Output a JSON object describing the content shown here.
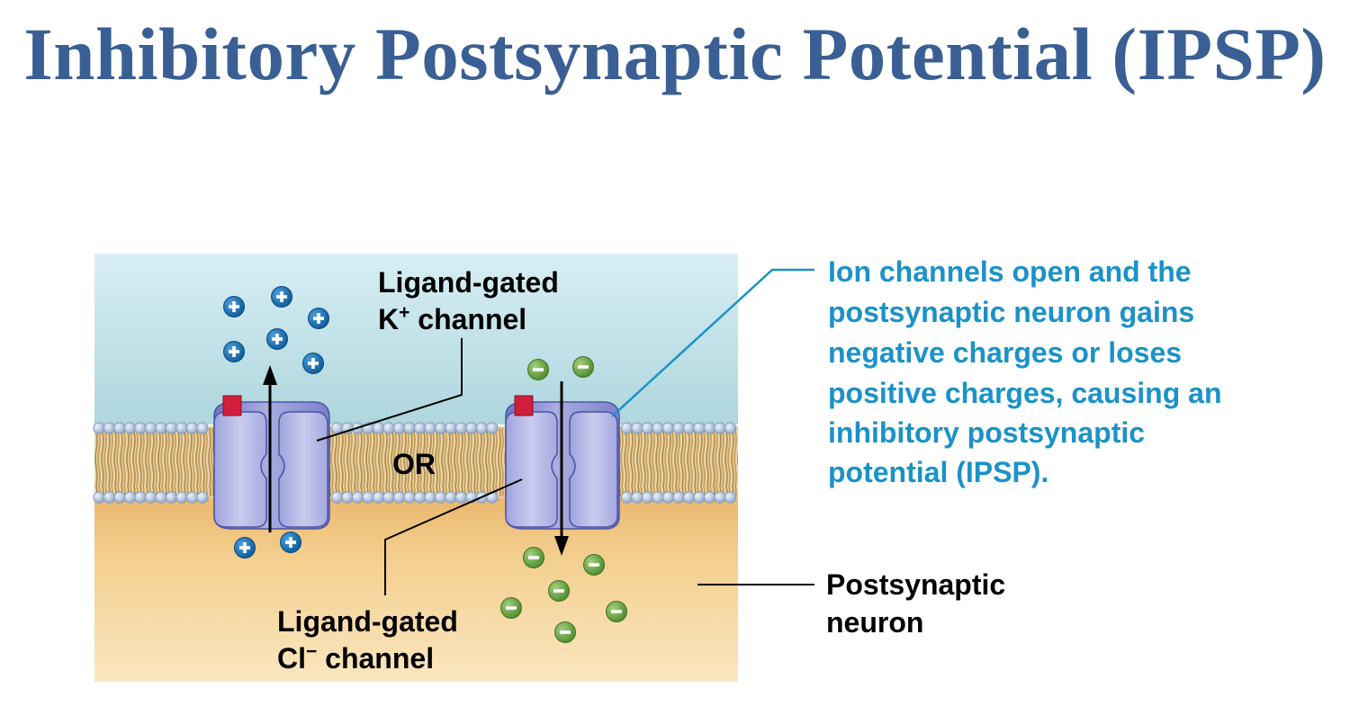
{
  "title": "Inhibitory Postsynaptic Potential (IPSP)",
  "labels": {
    "k_channel_line1": "Ligand-gated",
    "k_channel_line2_symbol": "K",
    "k_channel_line2_sup": "+",
    "k_channel_line2_rest": " channel",
    "or": "OR",
    "cl_channel_line1": "Ligand-gated",
    "cl_channel_line2_symbol": "Cl",
    "cl_channel_line2_sup": "−",
    "cl_channel_line2_rest": " channel",
    "postsynaptic_line1": "Postsynaptic",
    "postsynaptic_line2": "neuron"
  },
  "description_lines": [
    "Ion channels open and the",
    "postsynaptic neuron gains",
    "negative charges or loses",
    "positive charges, causing an",
    "inhibitory postsynaptic",
    "potential (IPSP)."
  ],
  "colors": {
    "title": "#3a5f94",
    "description": "#1b92c8",
    "extracellular": "#cfe8ef",
    "intracellular": "#f3cf8e",
    "channel": "#8d92d6",
    "ligand": "#d01e3c",
    "positive_ion": "#1d71b5",
    "negative_ion": "#74b04d"
  },
  "icons": {
    "positive_ion": "plus-circle-icon",
    "negative_ion": "minus-circle-icon",
    "ligand": "red-square-icon"
  }
}
